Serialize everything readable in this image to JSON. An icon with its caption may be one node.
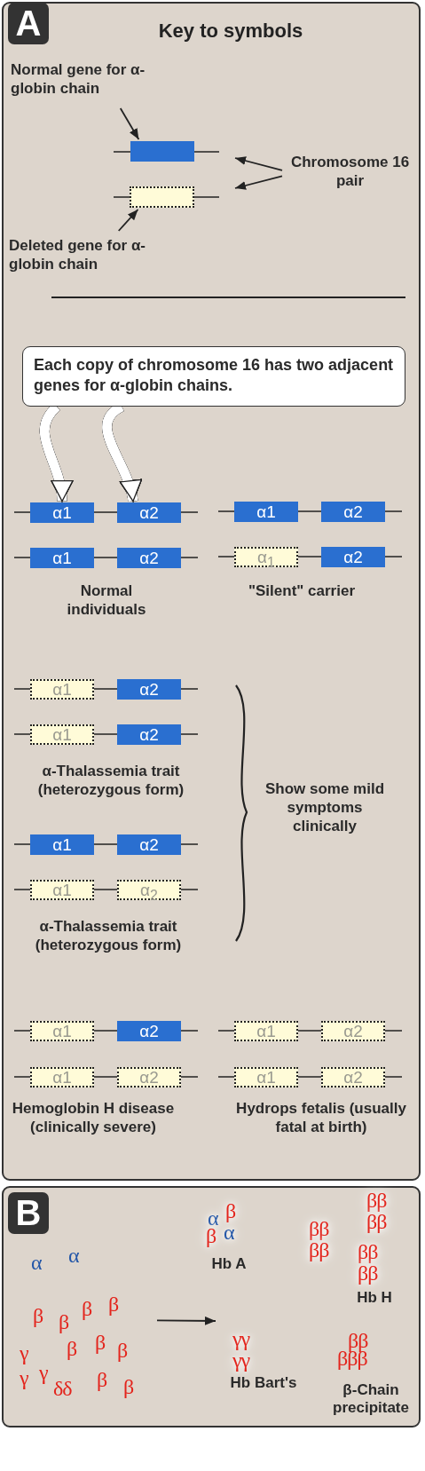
{
  "diagram": {
    "nodes": [
      {
        "text": [
          "A",
          "Key to symbols"
        ]
      },
      {
        "text": [
          "Normal gene for α-globin chain"
        ],
        "in": 0
      },
      {
        "text": [],
        "shape": "box",
        "in": 0
      },
      {
        "text": [],
        "shape": "box",
        "in": 0
      },
      {
        "text": [
          "Deleted gene for α-globin chain"
        ],
        "in": 0
      },
      {
        "text": [
          "Chromosome 16 pair"
        ],
        "in": 0
      },
      {
        "text": [
          "Each copy of chromosome 16 has two adjacent genes for α-globin chains."
        ],
        "in": 0
      },
      {
        "text": [
          "α1"
        ],
        "in": 0
      },
      {
        "text": [
          "α2"
        ],
        "in": 0
      },
      {
        "text": [
          "α1"
        ],
        "in": 0
      },
      {
        "text": [
          "α2"
        ],
        "in": 0
      },
      {
        "text": [
          "α1"
        ],
        "in": 0
      },
      {
        "text": [
          "α2"
        ],
        "in": 0
      },
      {
        "text": [
          "α$_{1}$"
        ],
        "in": 0
      },
      {
        "text": [
          "α2"
        ],
        "in": 0
      },
      {
        "text": [
          "α1"
        ],
        "in": 0
      },
      {
        "text": [
          "α2"
        ],
        "in": 0
      },
      {
        "text": [
          "α1"
        ],
        "in": 0
      },
      {
        "text": [
          "α2"
        ],
        "in": 0
      },
      {
        "text": [
          "α1"
        ],
        "in": 0
      },
      {
        "text": [
          "α2"
        ],
        "in": 0
      },
      {
        "text": [
          "α1"
        ],
        "in": 0
      },
      {
        "text": [
          "α$_{2}$"
        ],
        "in": 0
      },
      {
        "text": [
          "α1"
        ],
        "in": 0
      },
      {
        "text": [
          "α2"
        ],
        "in": 0
      },
      {
        "text": [
          "α1"
        ],
        "in": 0
      },
      {
        "text": [
          "α2"
        ],
        "in": 0
      },
      {
        "text": [
          "α1"
        ],
        "in": 0
      },
      {
        "text": [
          "α2"
        ],
        "in": 0
      },
      {
        "text": [
          "α1"
        ],
        "in": 0
      },
      {
        "text": [
          "α2"
        ],
        "in": 0
      },
      {
        "text": [
          "B"
        ]
      },
      {
        "text": [
          "α",
          "α",
          "β",
          "β",
          "β",
          "β",
          "γ",
          "β",
          "β",
          "β",
          "γ",
          "γ",
          "δδ",
          "β",
          "β"
        ],
        "in": 31
      },
      {
        "text": [
          "α",
          "β",
          "β",
          "α",
          "Hb A"
        ],
        "in": 31
      },
      {
        "text": [
          "ββ",
          "ββ",
          "ββ",
          "ββ",
          "ββ",
          "ββ",
          "Hb H"
        ],
        "in": 31
      },
      {
        "text": [
          "γγ",
          "γγ",
          "Hb Bart's"
        ],
        "in": 31
      },
      {
        "text": [
          "ββ",
          "βββ",
          "β-Chain precipitate"
        ],
        "in": 31
      }
    ],
    "edges": [
      {
        "from": 1,
        "to": 2,
        "arrow": "to"
      },
      {
        "from": 4,
        "to": 3,
        "arrow": "to"
      },
      {
        "from": 5,
        "to": null,
        "arrow": "to"
      },
      {
        "from": 5,
        "to": null,
        "arrow": "to"
      },
      {
        "from": 6,
        "to": 7,
        "arrow": "to",
        "style": "thick",
        "color": "#ffffff"
      },
      {
        "from": 6,
        "to": 8,
        "arrow": "to",
        "style": "thick",
        "color": "#ffffff"
      },
      {
        "from": 32,
        "to": 35,
        "arrow": "to"
      }
    ],
    "labels": [
      "Normal individuals",
      "\"Silent\" carrier",
      "α-Thalassemia trait (heterozygous form)",
      "Show some mild symptoms clinically",
      "α-Thalassemia trait (heterozygous form)",
      "Hemoglobin H disease (clinically severe)",
      "Hydrops fetalis (usually fatal at birth)"
    ]
  }
}
